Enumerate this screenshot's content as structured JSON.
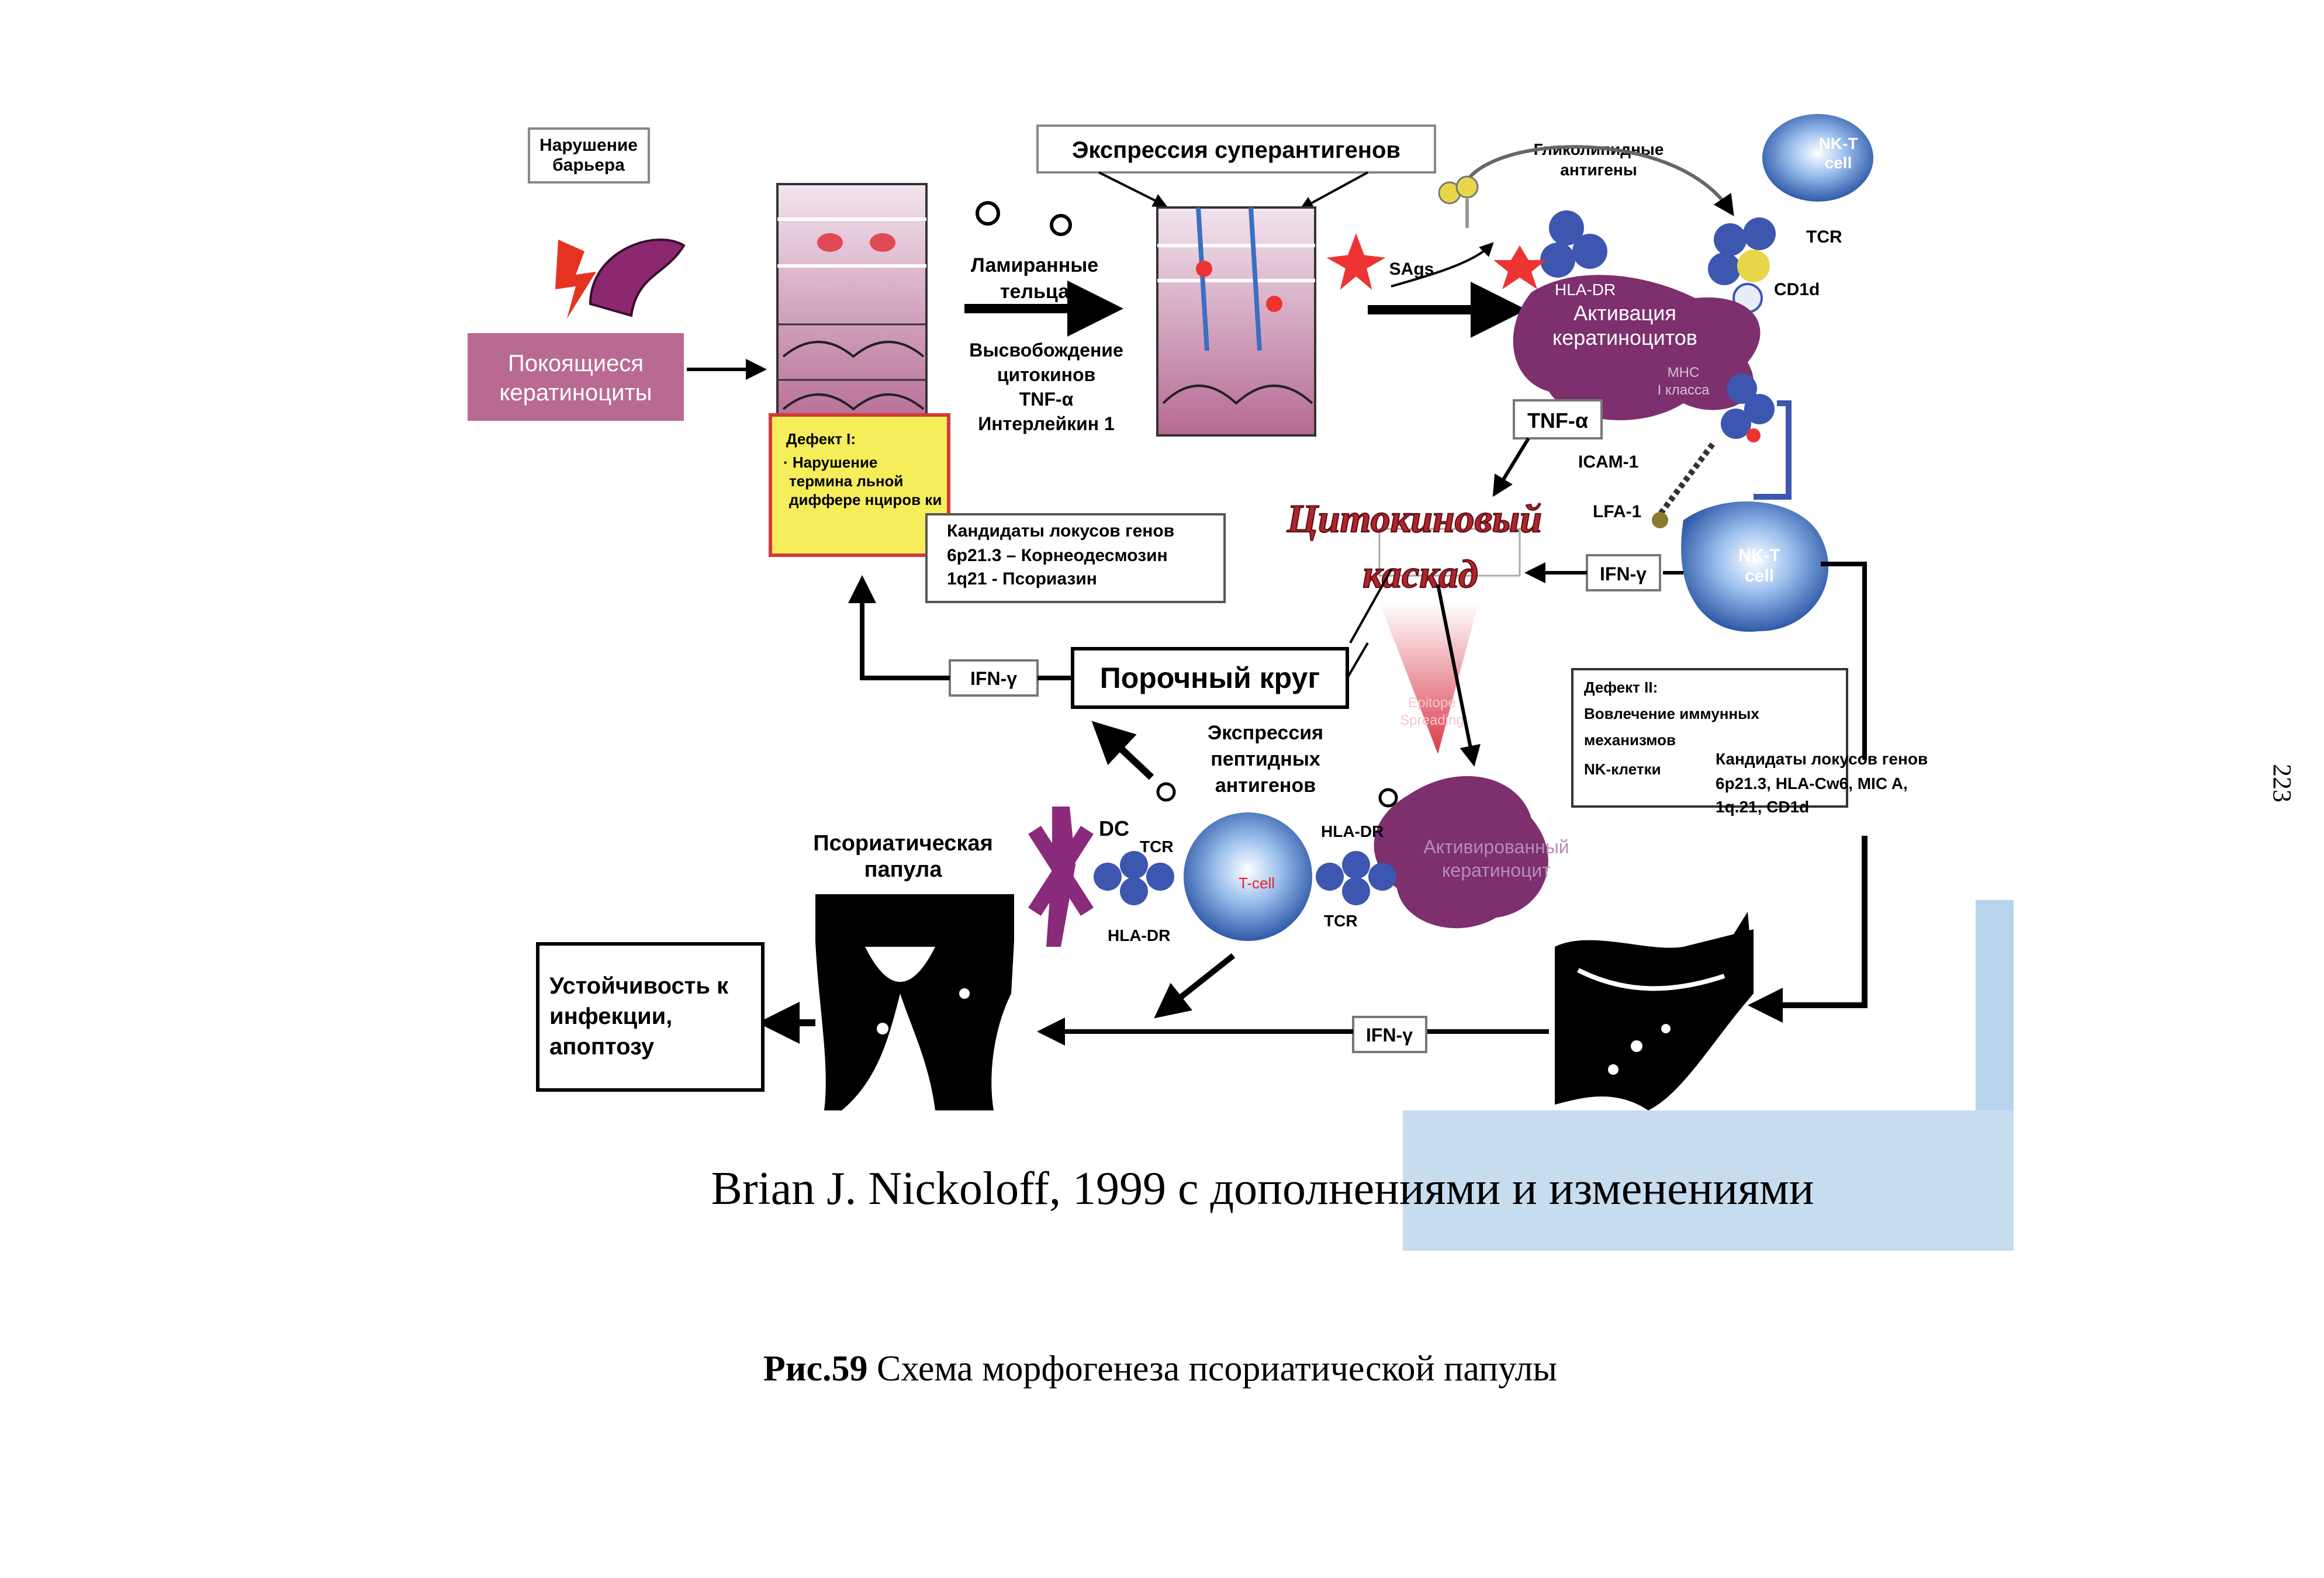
{
  "page_number": "223",
  "figure": {
    "attribution": "Brian J. Nickoloff, 1999 с дополнениями и изменениями",
    "caption_label": "Рис.59",
    "caption_text": " Схема морфогенеза псориатической папулы"
  },
  "labels": {
    "barrier": [
      "Нарушение",
      "барьера"
    ],
    "resting_keratinocytes": [
      "Покоящиеся",
      "кератиноциты"
    ],
    "superantigen_expression": "Экспрессия суперантигенов",
    "glycolipid_antigens": [
      "Гликолипидные",
      "антигены"
    ],
    "nkt_cell_top": [
      "NK-T",
      "cell"
    ],
    "tcr_top": "TCR",
    "cd1d": "CD1d",
    "lamellar_bodies": [
      "Ламиранные",
      "тельца"
    ],
    "sags": "SAgs",
    "hla_dr_top": "HLA-DR",
    "activation": [
      "Активация",
      "кератиноцитов"
    ],
    "mhc": [
      "MHC",
      "I класса"
    ],
    "cytokine_release": [
      "Высвобождение",
      "цитокинов",
      "TNF-α",
      "Интерлейкин 1"
    ],
    "defect1": [
      "Дефект I:",
      "· Нарушение",
      "термина льной",
      "диффере нциров ки"
    ],
    "tnf_alpha": "TNF-α",
    "icam": "ICAM-1",
    "lfa": "LFA-1",
    "candidates1": [
      "Кандидаты локусов генов",
      "6p21.3 – Корнеодесмозин",
      "1q21 - Псориазин"
    ],
    "cytokine_cascade": [
      "Цитокиновый",
      "каскад"
    ],
    "ifn_gamma": "IFN-γ",
    "nkt_cell_mid": [
      "NK-T",
      "cell"
    ],
    "vicious_circle": "Порочный круг",
    "epitope_spreading": [
      "Epitope",
      "Spreading"
    ],
    "defect2": [
      "Дефект II:",
      "Вовлечение иммунных",
      "механизмов",
      "NK-клетки"
    ],
    "candidates2": [
      "Кандидаты локусов генов",
      "6p21.3,  HLA-Cw6, MIC A,",
      "1q.21,  CD1d"
    ],
    "peptide_antigens": [
      "Экспрессия",
      "пептидных",
      "антигенов"
    ],
    "psoriatic_papule": [
      "Псориатическая",
      "папула"
    ],
    "dc": "DC",
    "tcr_dc": "TCR",
    "hla_dr_dc": "HLA-DR",
    "t_cell": "T-cell",
    "hla_dr_kc": "HLA-DR",
    "tcr_bottom": "TCR",
    "activated_kc": [
      "Активированный",
      "кератиноцит"
    ],
    "resistance": [
      "Устойчивость к",
      "инфекции,",
      "апоптозу"
    ],
    "ifn_bottom": "IFN-γ",
    "ifn_circle": "IFN-γ"
  },
  "colors": {
    "purple_cell": "#7d2f6e",
    "keratinocyte_box": "#b86a92",
    "yellow_box": "#f5ee5a",
    "red_border": "#d33a3a",
    "cascade_red": "#b0242c",
    "tcell_blue": "#5f8fd0",
    "bg_blue": "#b7d4ec"
  }
}
